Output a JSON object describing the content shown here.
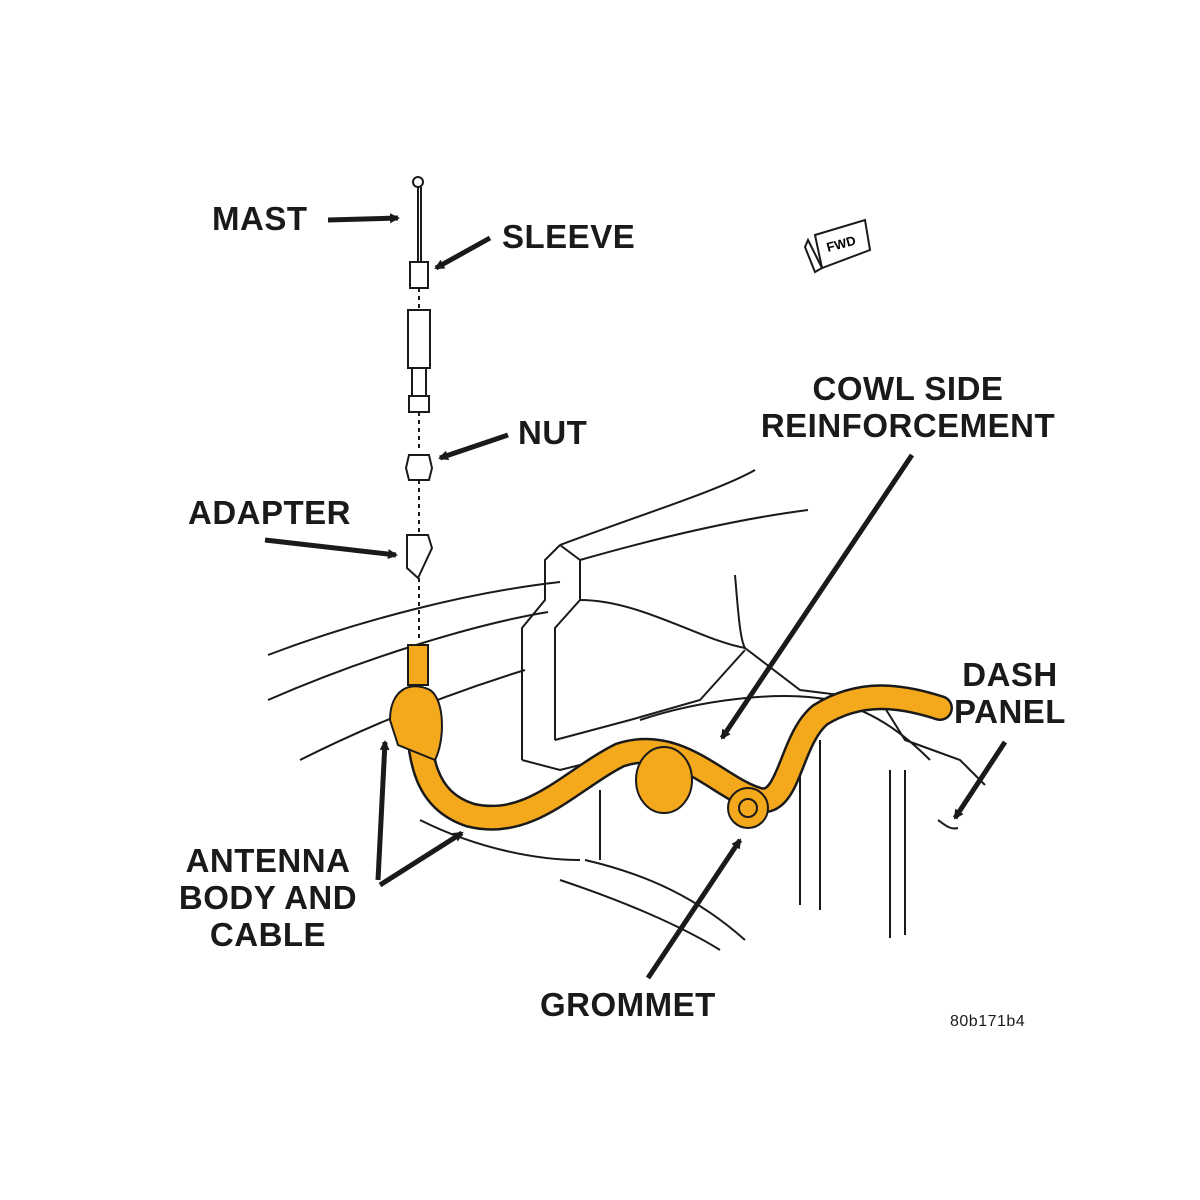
{
  "figure": {
    "figure_id": "80b171b4",
    "fwd_symbol": "FWD",
    "highlight_color": "#f4a81c",
    "line_color": "#1a1a1a"
  },
  "labels": {
    "mast": "MAST",
    "sleeve": "SLEEVE",
    "nut": "NUT",
    "adapter": "ADAPTER",
    "cowl_line1": "COWL SIDE",
    "cowl_line2": "REINFORCEMENT",
    "dash_line1": "DASH",
    "dash_line2": "PANEL",
    "antenna_line1": "ANTENNA",
    "antenna_line2": "BODY AND",
    "antenna_line3": "CABLE",
    "grommet": "GROMMET"
  }
}
